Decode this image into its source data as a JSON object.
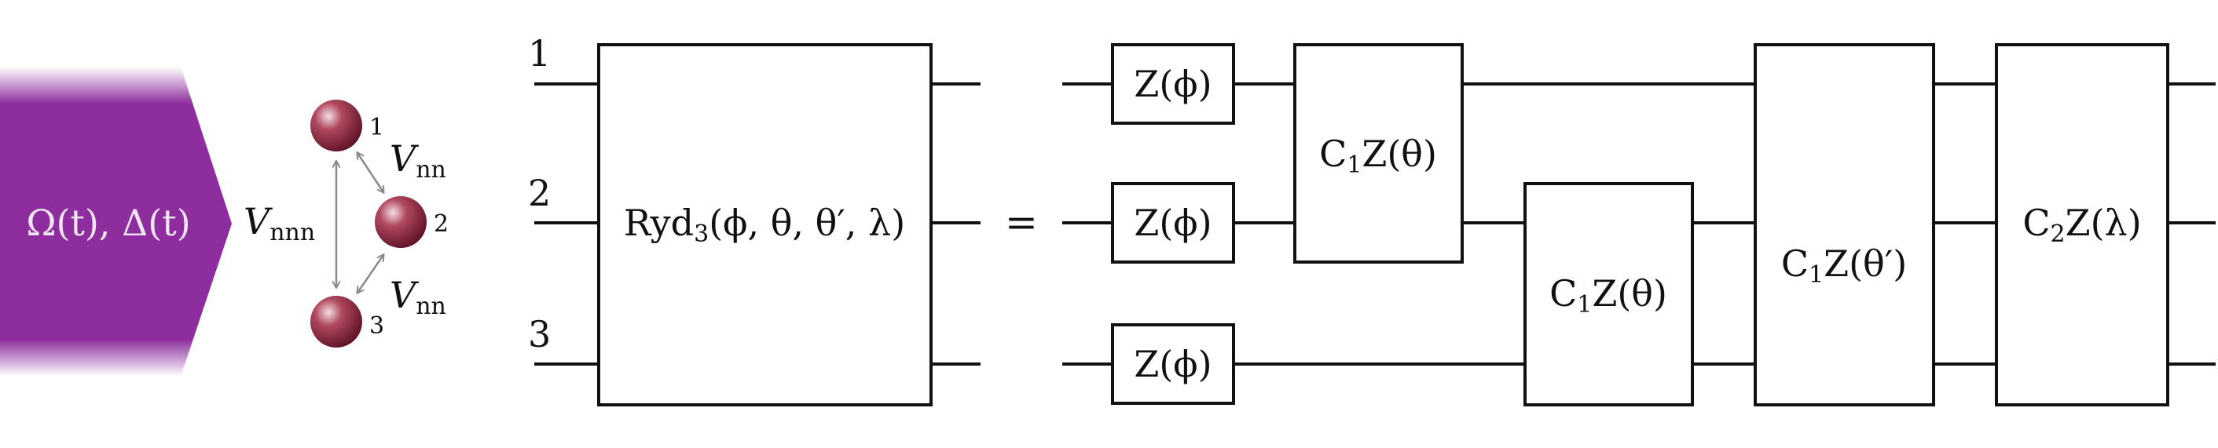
{
  "pulse": {
    "label": "Ω(t), Δ(t)",
    "color": "#8E2E9E"
  },
  "atoms": [
    {
      "number": "1"
    },
    {
      "number": "2"
    },
    {
      "number": "3"
    }
  ],
  "interactions": {
    "nnn": {
      "symbol": "V",
      "sub": "nnn"
    },
    "nn_top": {
      "symbol": "V",
      "sub": "nn"
    },
    "nn_bottom": {
      "symbol": "V",
      "sub": "nn"
    }
  },
  "circuit": {
    "qubit_labels": [
      "1",
      "2",
      "3"
    ],
    "ryd_gate": {
      "name": "Ryd",
      "sub": "3",
      "args": "(ϕ, θ, θ′, λ)"
    },
    "equals": "=",
    "z_gates": [
      "Z(ϕ)",
      "Z(ϕ)",
      "Z(ϕ)"
    ],
    "c1z_12": {
      "pre": "C",
      "sub": "1",
      "post": "Z(θ)"
    },
    "c1z_23": {
      "pre": "C",
      "sub": "1",
      "post": "Z(θ)"
    },
    "c1z_prime": {
      "pre": "C",
      "sub": "1",
      "post": "Z(θ′)"
    },
    "c2z": {
      "pre": "C",
      "sub": "2",
      "post": "Z(λ)"
    }
  }
}
